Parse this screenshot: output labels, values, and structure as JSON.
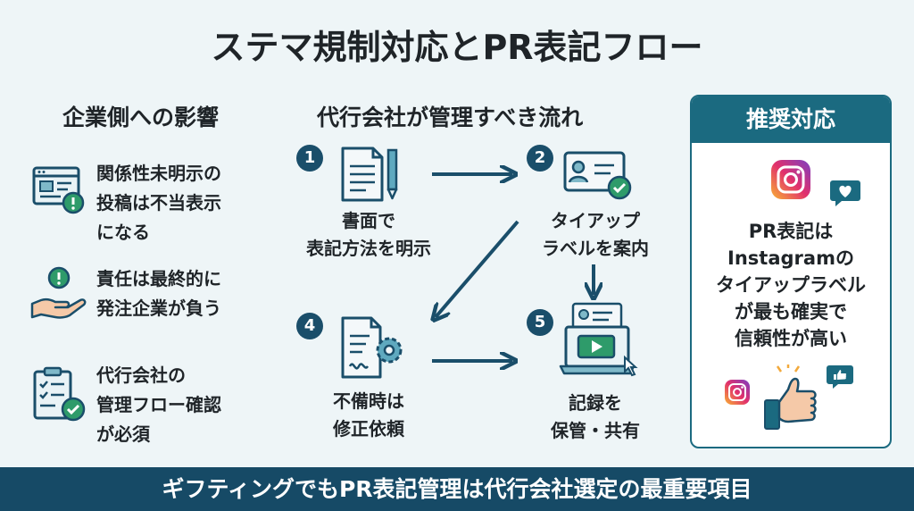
{
  "title": "ステマ規制対応とPR表記フロー",
  "impact": {
    "heading": "企業側への影響",
    "items": [
      {
        "text": "関係性未明示の\n投稿は不当表示\nになる",
        "icon": "warning-webpage-icon"
      },
      {
        "text": "責任は最終的に\n発注企業が負う",
        "icon": "hand-responsibility-icon"
      },
      {
        "text": "代行会社の\n管理フロー確認\nが必須",
        "icon": "checklist-clipboard-icon"
      }
    ]
  },
  "flow": {
    "heading": "代行会社が管理すべき流れ",
    "steps": [
      {
        "num": "1",
        "label": "書面で\n表記方法を明示",
        "icon": "document-pen-icon"
      },
      {
        "num": "2",
        "label": "タイアップ\nラベルを案内",
        "icon": "profile-card-check-icon"
      },
      {
        "num": "4",
        "label": "不備時は\n修正依頼",
        "icon": "document-gear-icon"
      },
      {
        "num": "5",
        "label": "記録を\n保管・共有",
        "icon": "laptop-video-icon"
      }
    ]
  },
  "recommendation": {
    "heading": "推奨対応",
    "text": "PR表記は\nInstagramの\nタイアップラベル\nが最も確実で\n信頼性が高い"
  },
  "footer": "ギフティングでもPR表記管理は代行会社選定の最重要項目",
  "colors": {
    "navy": "#1a4e6a",
    "teal": "#1b6a80",
    "green": "#2e9b6a",
    "background": "#eef5f7"
  }
}
